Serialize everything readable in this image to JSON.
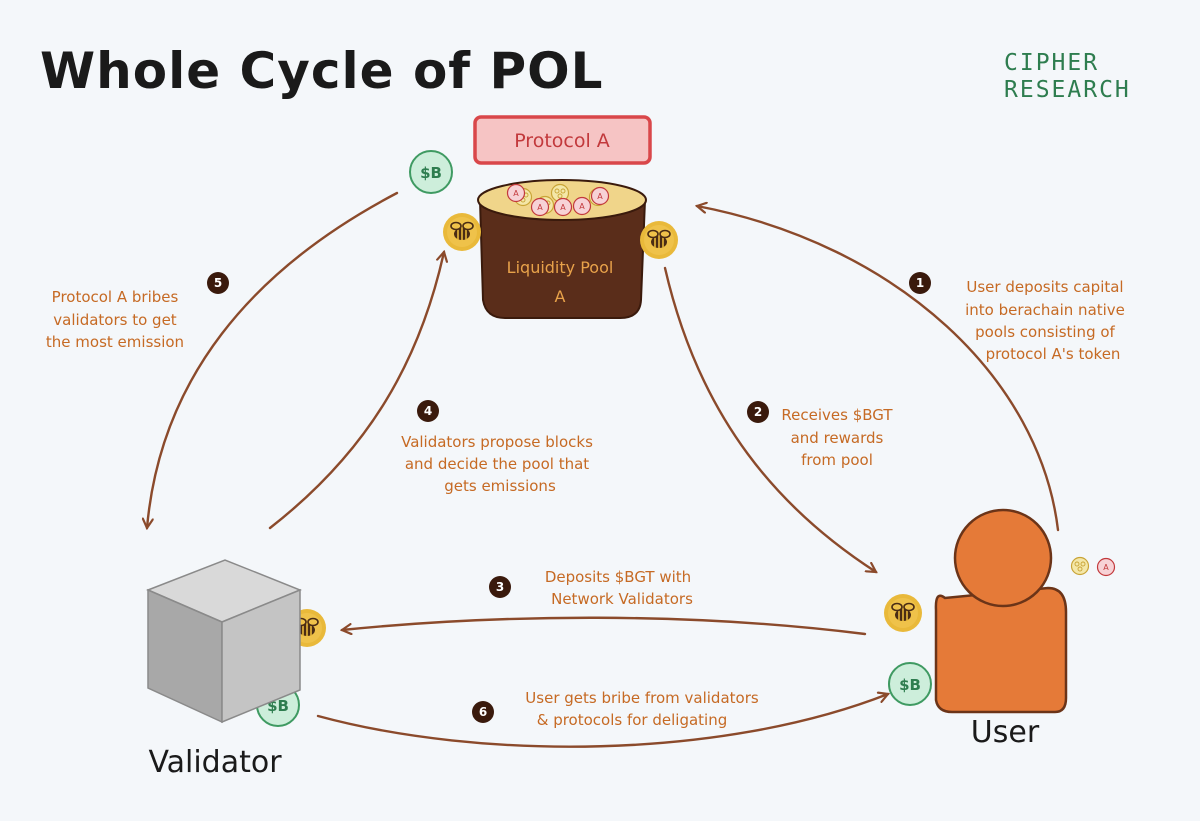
{
  "title": "Whole Cycle of POL",
  "brand": {
    "line1": "CIPHER",
    "line2": "RESEARCH"
  },
  "protocol_label": "Protocol A",
  "pool": {
    "line1": "Liquidity Pool",
    "line2": "A"
  },
  "coin_label": "$B",
  "token_a_label": "A",
  "actors": {
    "validator": "Validator",
    "user": "User"
  },
  "steps": [
    {
      "number": "1",
      "lines": [
        "User deposits capital",
        "into berachain native",
        "pools consisting of",
        "protocol A's token"
      ]
    },
    {
      "number": "2",
      "lines": [
        "Receives $BGT",
        "and rewards",
        "from pool"
      ]
    },
    {
      "number": "3",
      "lines": [
        "Deposits $BGT with",
        "Network Validators"
      ]
    },
    {
      "number": "4",
      "lines": [
        "Validators propose blocks",
        "and decide the pool that",
        "gets emissions"
      ]
    },
    {
      "number": "5",
      "lines": [
        "Protocol A bribes",
        "validators to get",
        "the most emission"
      ]
    },
    {
      "number": "6",
      "lines": [
        "User gets bribe from validators",
        "& protocols for deligating"
      ]
    }
  ],
  "colors": {
    "arrow": "#8b4a2b",
    "note_text": "#c66a24",
    "protocol_fill": "#f6c4c4",
    "protocol_border": "#d9474a",
    "pool_body": "#5a2d1a",
    "user": "#e57a38",
    "bgt_coin": "#e9b93a",
    "bribe_coin": "#cdeedb",
    "brand": "#2e7d4f"
  },
  "icons": [
    "bee-coin-icon",
    "bribe-coin-icon",
    "validator-cube-icon",
    "user-figure-icon",
    "honeycomb-token-icon",
    "token-a-icon"
  ]
}
